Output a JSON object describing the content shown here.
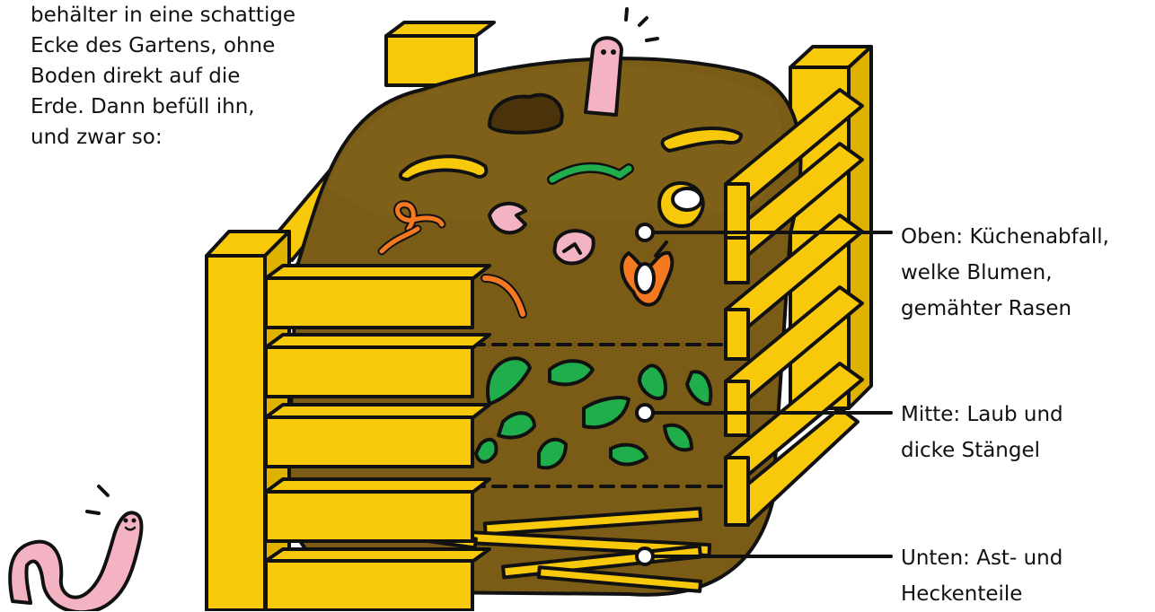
{
  "intro": {
    "lines": [
      "behälter in eine schattige",
      "Ecke des Gartens, ohne",
      "Boden direkt auf die",
      "Erde. Dann befüll ihn,",
      "und zwar so:"
    ]
  },
  "layers": [
    {
      "lines": [
        "Oben: Küchenabfall,",
        "welke Blumen,",
        "gemähter Rasen"
      ]
    },
    {
      "lines": [
        "Mitte: Laub und",
        "dicke Stängel"
      ]
    },
    {
      "lines": [
        "Unten: Ast- und",
        "Heckenteile"
      ]
    }
  ],
  "colors": {
    "wood": "#f7c90a",
    "soil": "#7a5c17",
    "leaf": "#1fae4b",
    "worm": "#f4b3c2",
    "outline": "#111111"
  }
}
